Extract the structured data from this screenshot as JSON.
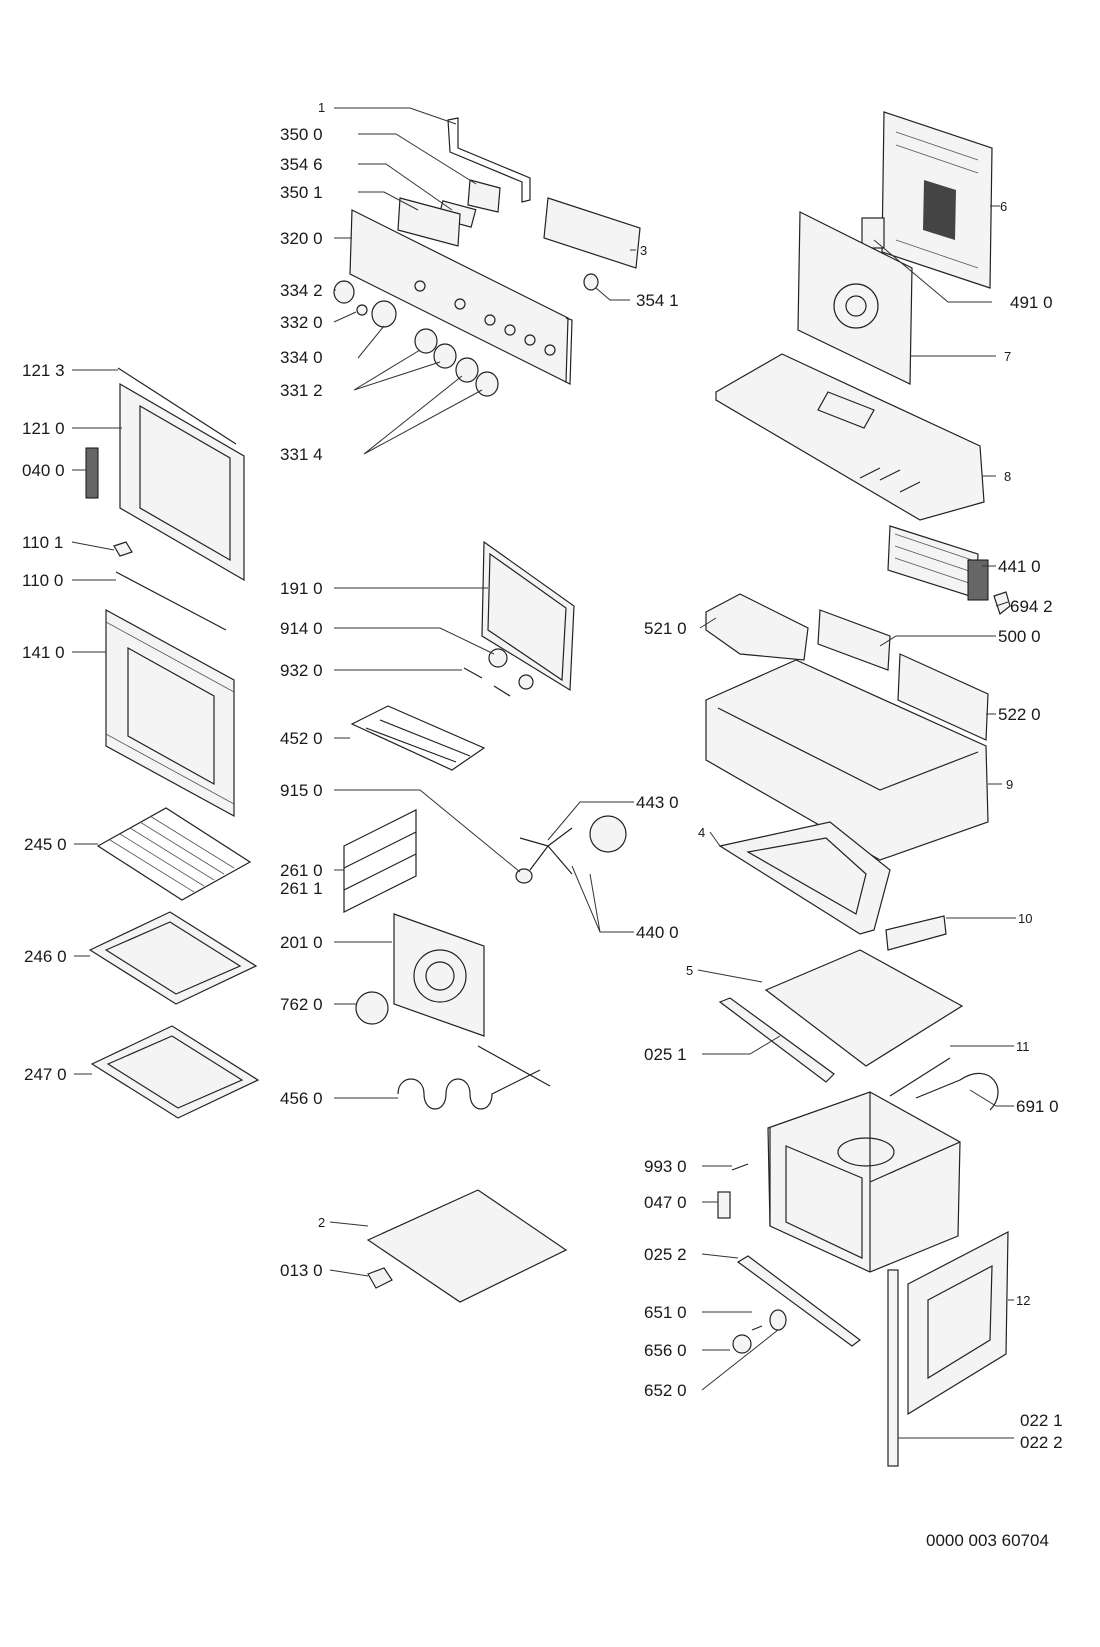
{
  "labels": {
    "l_1": "1",
    "l_3500": "350 0",
    "l_3546": "354 6",
    "l_3501": "350 1",
    "l_3200": "320 0",
    "l_3": "3",
    "l_3342": "334 2",
    "l_3320": "332 0",
    "l_3340": "334 0",
    "l_3312": "331 2",
    "l_3314": "331 4",
    "l_3541": "354 1",
    "l_6": "6",
    "l_4910": "491 0",
    "l_7": "7",
    "l_8": "8",
    "l_1213": "121 3",
    "l_1210": "121 0",
    "l_0400": "040 0",
    "l_1101": "110 1",
    "l_1100": "110 0",
    "l_1410": "141 0",
    "l_1910": "191 0",
    "l_9140": "914 0",
    "l_9320": "932 0",
    "l_4520": "452 0",
    "l_9150": "915 0",
    "l_4410": "441 0",
    "l_6942": "694 2",
    "l_5210": "521 0",
    "l_5000": "500 0",
    "l_5220": "522 0",
    "l_9": "9",
    "l_4430": "443 0",
    "l_4": "4",
    "l_2450": "245 0",
    "l_2610": "261 0",
    "l_2611": "261 1",
    "l_4400": "440 0",
    "l_2460": "246 0",
    "l_2010": "201 0",
    "l_10": "10",
    "l_5": "5",
    "l_7620": "762 0",
    "l_0251": "025 1",
    "l_2470": "247 0",
    "l_11": "11",
    "l_4560": "456 0",
    "l_6910": "691 0",
    "l_9930": "993 0",
    "l_0470": "047 0",
    "l_2": "2",
    "l_0252": "025 2",
    "l_0130": "013 0",
    "l_12": "12",
    "l_6510": "651 0",
    "l_6560": "656 0",
    "l_6520": "652 0",
    "l_0221": "022 1",
    "l_0222": "022 2"
  },
  "drawing_code": "0000 003 60704"
}
